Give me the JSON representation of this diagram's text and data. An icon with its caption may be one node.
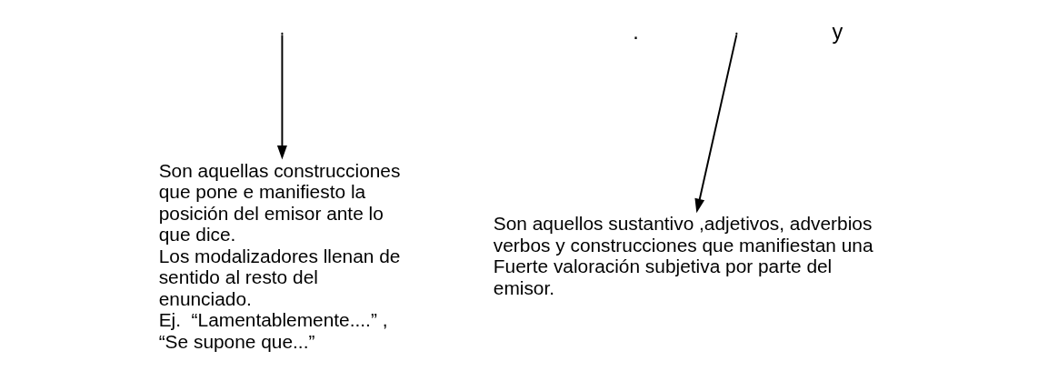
{
  "diagram": {
    "nodes": [
      {
        "text": [
          "Son aquellas construcciones que pone e manifiesto la posición del emisor ante lo que dice.",
          "Los modalizadores llenan de sentido al resto del enunciado.",
          "Ej.  “Lamentablemente....” , “Se supone que...”"
        ]
      },
      {
        "text": [
          "Son aquellos sustantivo ,adjetivos, adverbios verbos y construcciones que manifiestan una Fuerte valoración subjetiva por parte del emisor."
        ]
      }
    ],
    "edges": [
      {
        "from": null,
        "to": 1,
        "arrow": "to"
      },
      {
        "from": null,
        "to": 0,
        "arrow": "to"
      }
    ],
    "labels": [
      "y",
      "."
    ]
  }
}
